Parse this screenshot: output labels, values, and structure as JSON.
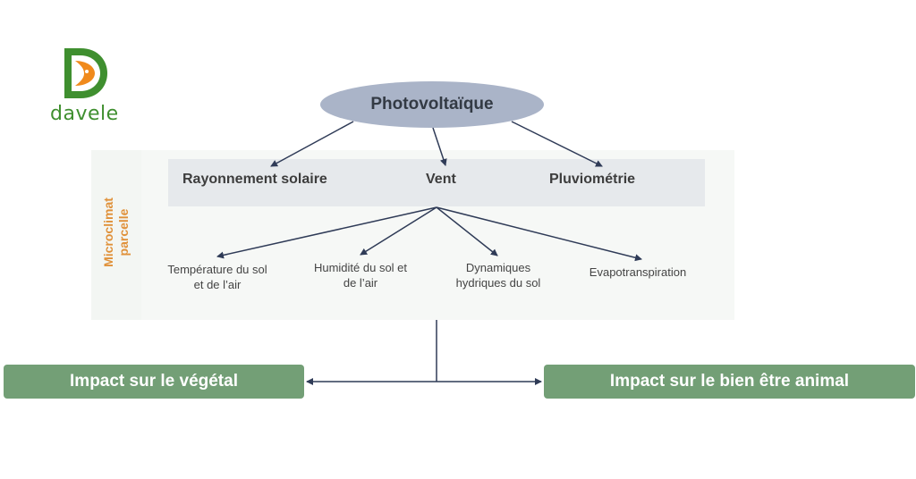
{
  "logo": {
    "text": "davele",
    "icon": "davele-logo-d-icon",
    "colors": {
      "green": "#3f8f2f",
      "orange": "#f08a1c"
    }
  },
  "top_node": {
    "label": "Photovoltaïque",
    "color": "#aab4c8"
  },
  "side_label": {
    "line1": "Microclimat",
    "line2": "parcelle",
    "color": "#e0913a"
  },
  "factors": [
    {
      "label": "Rayonnement solaire"
    },
    {
      "label": "Vent"
    },
    {
      "label": "Pluviométrie"
    }
  ],
  "sub_factors": [
    {
      "line1": "Température du sol",
      "line2": "et de l’air"
    },
    {
      "line1": "Humidité du sol et",
      "line2": "de l’air"
    },
    {
      "line1": "Dynamiques",
      "line2": "hydriques du sol"
    },
    {
      "line1": "Evapotranspiration",
      "line2": ""
    }
  ],
  "impacts": [
    {
      "label": "Impact sur le végétal"
    },
    {
      "label": "Impact sur le bien être animal"
    }
  ],
  "colors": {
    "impact_bg": "#739f76",
    "arrow": "#2f3b57"
  }
}
